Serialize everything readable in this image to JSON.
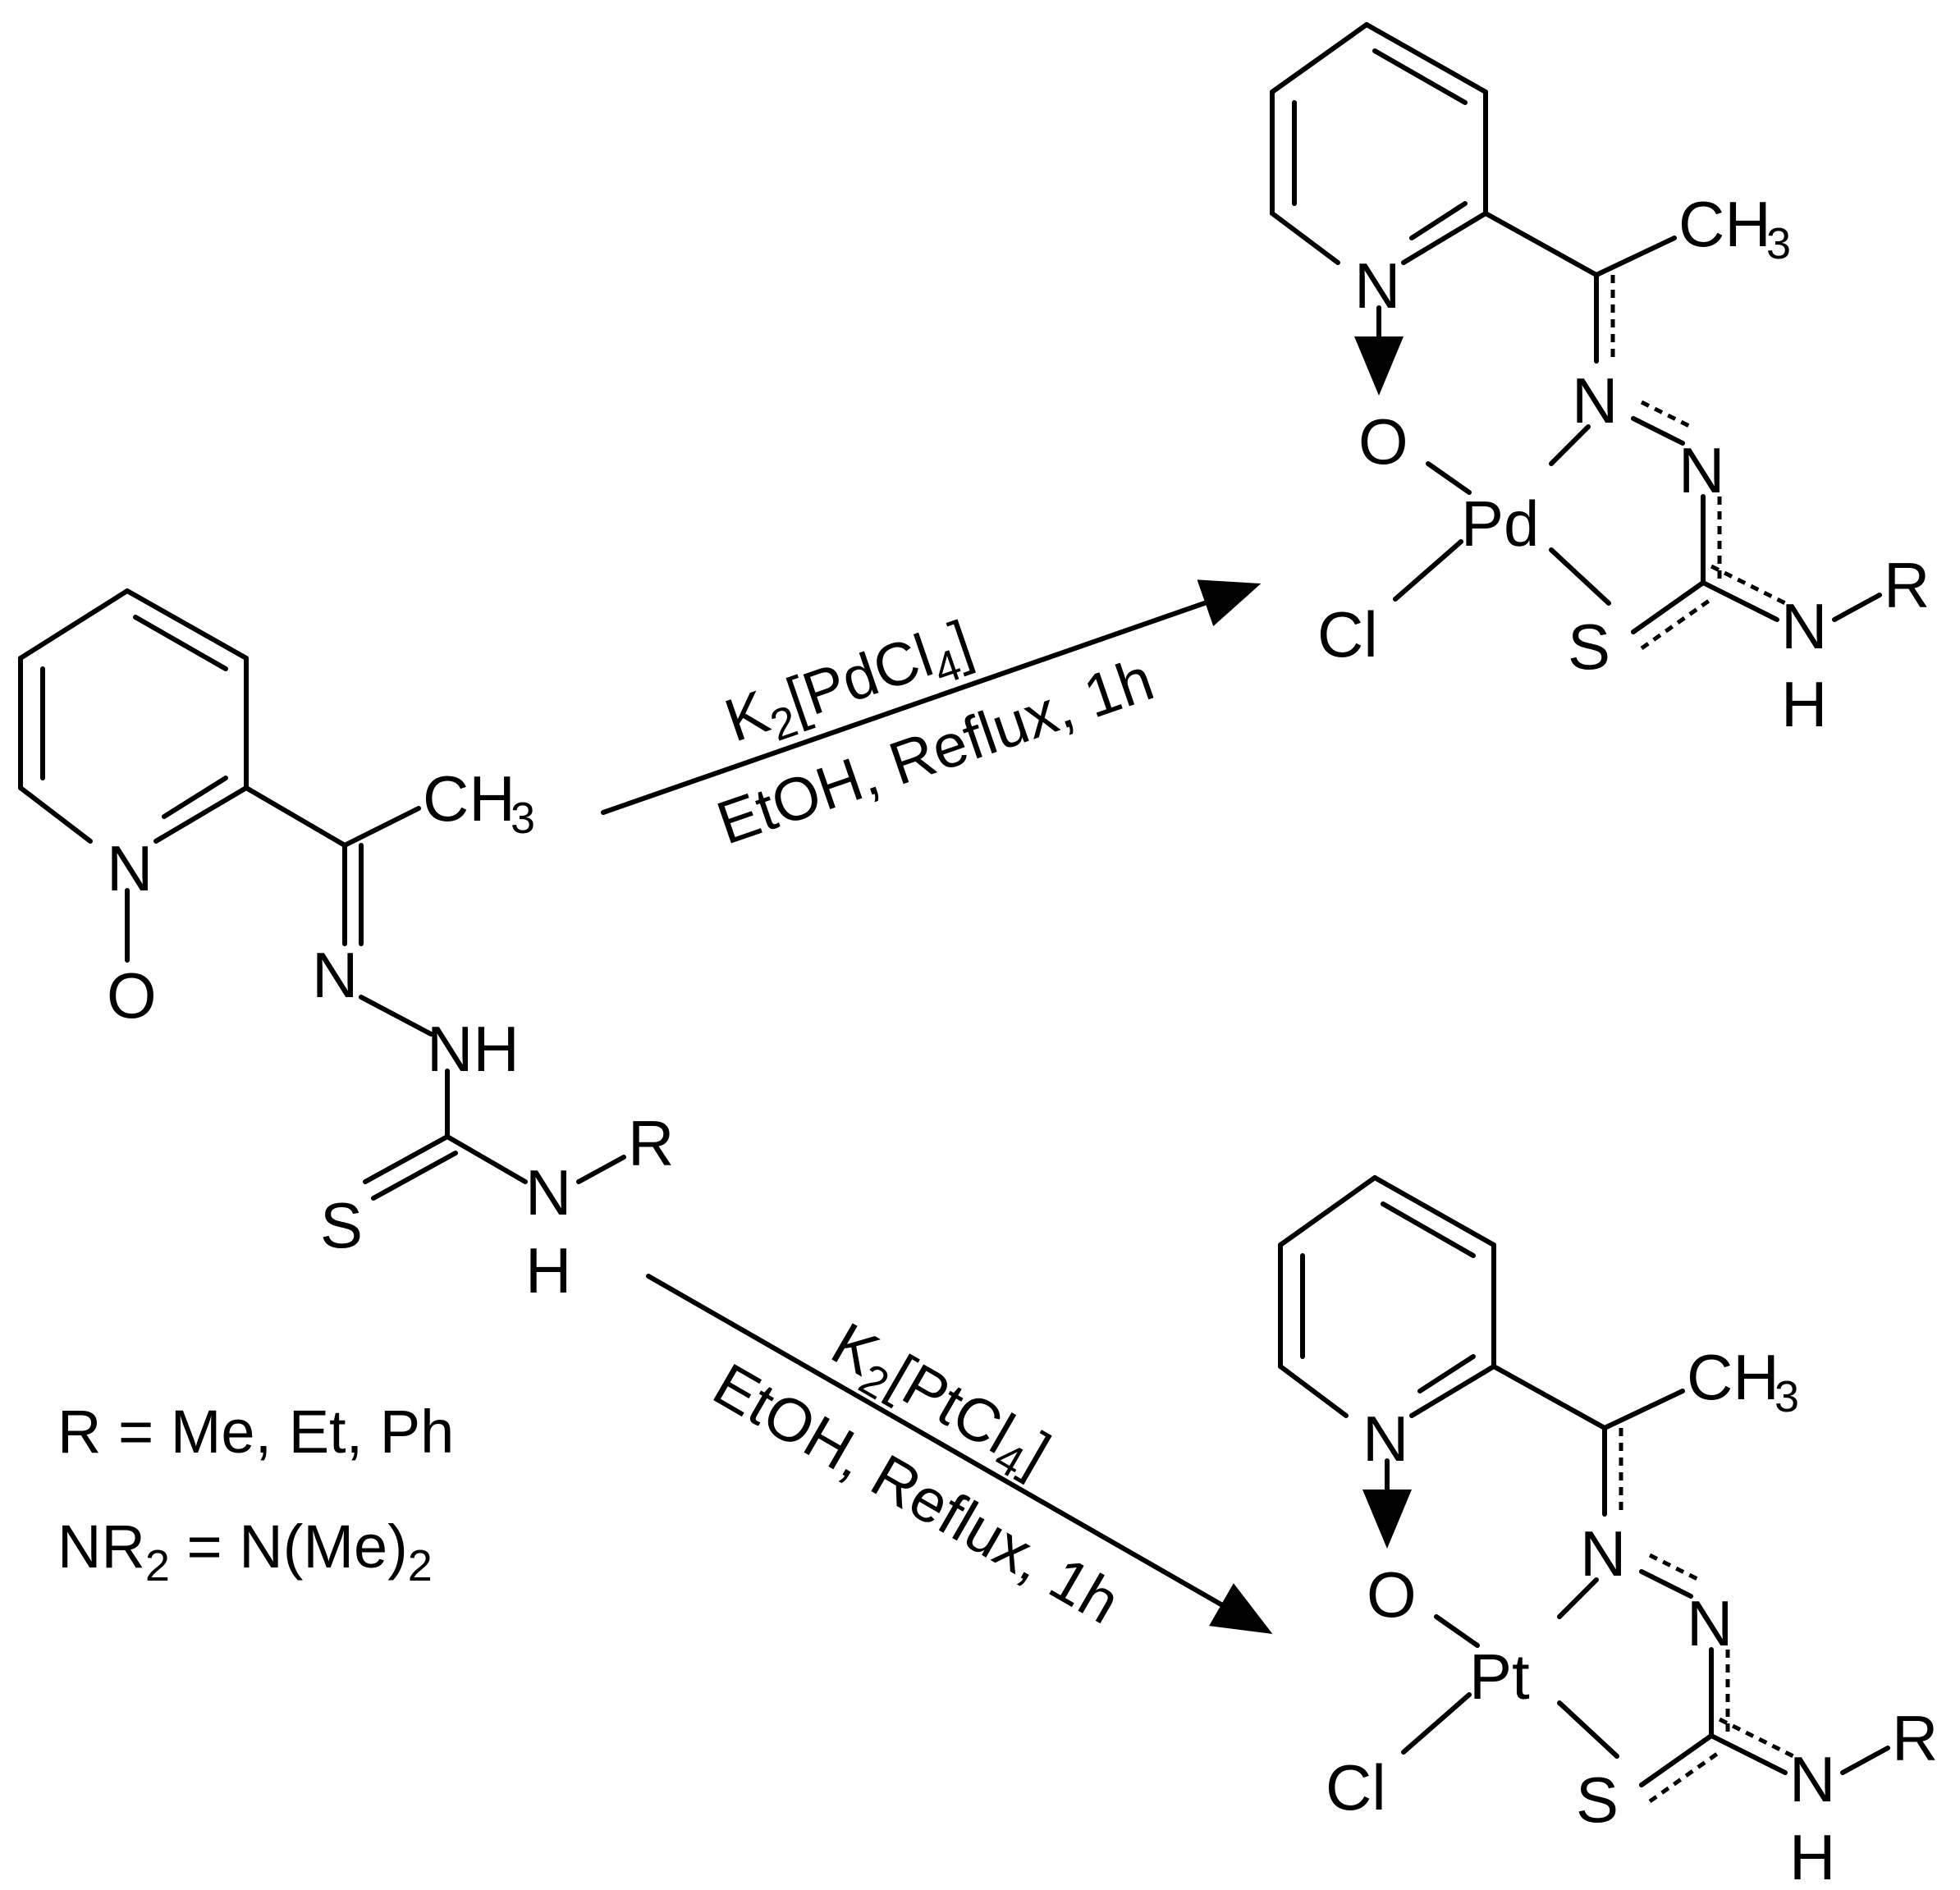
{
  "reactant": {
    "atoms": {
      "n_pyridine": "N",
      "o_oxide": "O",
      "ch3": "CH",
      "ch3_sub": "3",
      "n_imine": "N",
      "nh": "NH",
      "s": "S",
      "n_amine": "N",
      "h_amine": "H",
      "r": "R"
    }
  },
  "legend": {
    "line1": "R = Me, Et, Ph",
    "line2_a": "NR",
    "line2_sub1": "2",
    "line2_b": " = N(Me)",
    "line2_sub2": "2"
  },
  "arrow_pd": {
    "reagent_prefix": "K",
    "reagent_sub1": "2",
    "reagent_mid": "[PdCl",
    "reagent_sub2": "4",
    "reagent_suffix": "]",
    "conditions": "EtOH, Reflux, 1h"
  },
  "arrow_pt": {
    "reagent_prefix": "K",
    "reagent_sub1": "2",
    "reagent_mid": "[PtCl",
    "reagent_sub2": "4",
    "reagent_suffix": "]",
    "conditions": "EtOH, Reflux, 1h"
  },
  "product_pd": {
    "metal": "Pd",
    "atoms": {
      "n_pyridine": "N",
      "o": "O",
      "ch3": "CH",
      "ch3_sub": "3",
      "n1": "N",
      "n2": "N",
      "cl": "Cl",
      "s": "S",
      "n_amine": "N",
      "h": "H",
      "r": "R"
    }
  },
  "product_pt": {
    "metal": "Pt",
    "atoms": {
      "n_pyridine": "N",
      "o": "O",
      "ch3": "CH",
      "ch3_sub": "3",
      "n1": "N",
      "n2": "N",
      "cl": "Cl",
      "s": "S",
      "n_amine": "N",
      "h": "H",
      "r": "R"
    }
  }
}
